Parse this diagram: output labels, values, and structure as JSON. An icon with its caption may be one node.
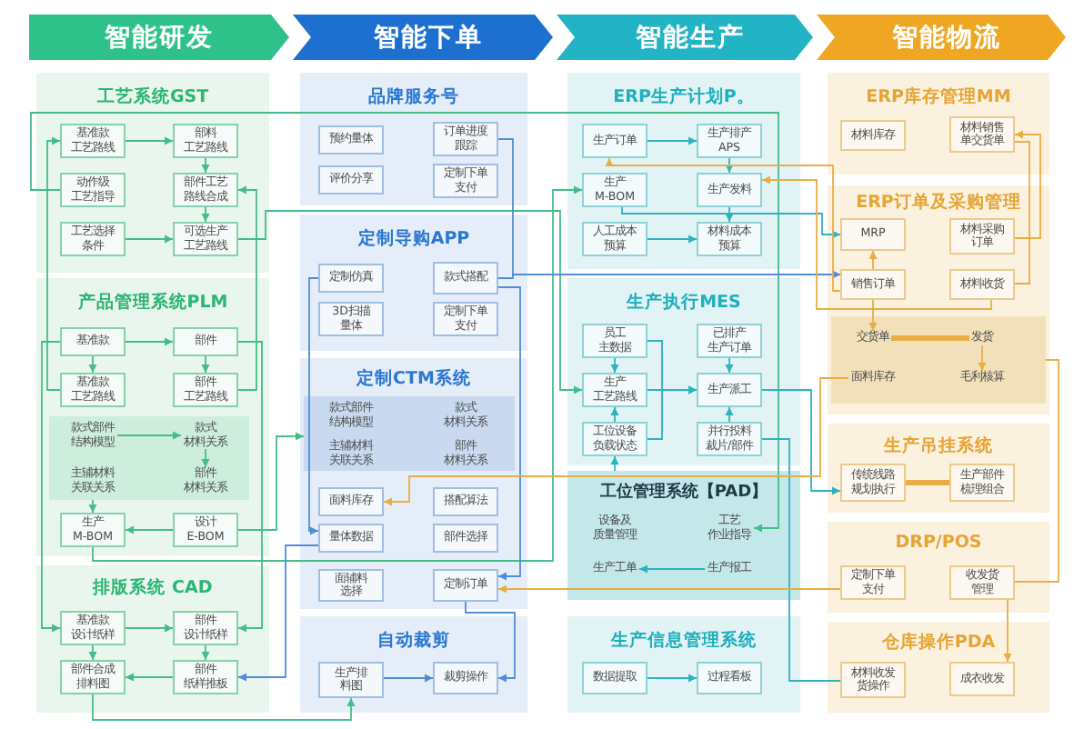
{
  "diagram": {
    "nodes": [
      {
        "text": [
          "智能研发"
        ]
      },
      {
        "text": [
          "智能下单"
        ]
      },
      {
        "text": [
          "智能生产"
        ]
      },
      {
        "text": [
          "智能物流"
        ]
      },
      {
        "text": [
          "工艺系统GST"
        ]
      },
      {
        "text": [
          "基准款工艺路线"
        ],
        "in": 4
      },
      {
        "text": [
          "部料工艺路线"
        ],
        "in": 4
      },
      {
        "text": [
          "动作级工艺指导"
        ],
        "in": 4
      },
      {
        "text": [
          "部件工艺路线合成"
        ],
        "in": 4
      },
      {
        "text": [
          "工艺选择条件"
        ],
        "in": 4
      },
      {
        "text": [
          "可选生产工艺路线"
        ],
        "in": 4
      },
      {
        "text": [
          "产品管理系统PLM"
        ]
      },
      {
        "text": [
          "基准款"
        ],
        "in": 11
      },
      {
        "text": [
          "部件"
        ],
        "in": 11
      },
      {
        "text": [
          "基准款工艺路线"
        ],
        "in": 11
      },
      {
        "text": [
          "部件工艺路线"
        ],
        "in": 11
      },
      {
        "text": [],
        "shape": "box",
        "in": 11
      },
      {
        "text": [
          "款式部件结构模型"
        ],
        "in": 16
      },
      {
        "text": [
          "款式材料关系"
        ],
        "in": 16
      },
      {
        "text": [
          "主辅材料关联关系"
        ],
        "in": 16
      },
      {
        "text": [
          "部件材料关系"
        ],
        "in": 16
      },
      {
        "text": [
          "生产M-BOM"
        ],
        "in": 11
      },
      {
        "text": [
          "设计E-BOM"
        ],
        "in": 11
      },
      {
        "text": [
          "排版系统 CAD"
        ]
      },
      {
        "text": [
          "基准款设计纸样"
        ],
        "in": 23
      },
      {
        "text": [
          "部件设计纸样"
        ],
        "in": 23
      },
      {
        "text": [
          "部件合成排料图"
        ],
        "in": 23
      },
      {
        "text": [
          "部件纸样推板"
        ],
        "in": 23
      },
      {
        "text": [
          "品牌服务号"
        ]
      },
      {
        "text": [
          "预约量体"
        ],
        "in": 28
      },
      {
        "text": [
          "订单进度跟踪"
        ],
        "in": 28
      },
      {
        "text": [
          "评价分享"
        ],
        "in": 28
      },
      {
        "text": [
          "定制下单支付"
        ],
        "in": 28
      },
      {
        "text": [
          "定制导购APP"
        ]
      },
      {
        "text": [
          "定制仿真"
        ],
        "in": 33
      },
      {
        "text": [
          "款式搭配"
        ],
        "in": 33
      },
      {
        "text": [
          "3D扫描量体"
        ],
        "in": 33
      },
      {
        "text": [
          "定制下单支付"
        ],
        "in": 33
      },
      {
        "text": [
          "定制CTM系统"
        ]
      },
      {
        "text": [],
        "shape": "box",
        "in": 38
      },
      {
        "text": [
          "款式部件结构模型"
        ],
        "in": 39
      },
      {
        "text": [
          "款式材料关系"
        ],
        "in": 39
      },
      {
        "text": [
          "主辅材料关联关系"
        ],
        "in": 39
      },
      {
        "text": [
          "部件材料关系"
        ],
        "in": 39
      },
      {
        "text": [
          "面料库存"
        ],
        "in": 38
      },
      {
        "text": [
          "搭配算法"
        ],
        "in": 38
      },
      {
        "text": [
          "量体数据"
        ],
        "in": 38
      },
      {
        "text": [
          "部件选择"
        ],
        "in": 38
      },
      {
        "text": [
          "面辅料选择"
        ],
        "in": 38
      },
      {
        "text": [
          "定制订单"
        ],
        "in": 38
      },
      {
        "text": [
          "自动裁剪"
        ]
      },
      {
        "text": [
          "生产排料图"
        ],
        "in": 50
      },
      {
        "text": [
          "裁剪操作"
        ],
        "in": 50
      },
      {
        "text": [
          "ERP生产计划P。"
        ]
      },
      {
        "text": [
          "生产订单"
        ],
        "in": 53
      },
      {
        "text": [
          "生产排产APS"
        ],
        "in": 53
      },
      {
        "text": [
          "生产M-BOM"
        ],
        "in": 53
      },
      {
        "text": [
          "生产发料"
        ],
        "in": 53
      },
      {
        "text": [
          "人工成本预算"
        ],
        "in": 53
      },
      {
        "text": [
          "材料成本预算"
        ],
        "in": 53
      },
      {
        "text": [
          "生产执行MES"
        ]
      },
      {
        "text": [
          "员工主数据"
        ],
        "in": 60
      },
      {
        "text": [
          "已排产生产订单"
        ],
        "in": 60
      },
      {
        "text": [
          "生产工艺路线"
        ],
        "in": 60
      },
      {
        "text": [
          "生产派工"
        ],
        "in": 60
      },
      {
        "text": [
          "工位设备负载状态"
        ],
        "in": 60
      },
      {
        "text": [
          "并行投料裁片/部件"
        ],
        "in": 60
      },
      {
        "text": [
          "工位管理系统【PAD】"
        ]
      },
      {
        "text": [
          "设备及质量管理"
        ],
        "in": 67
      },
      {
        "text": [
          "工艺作业指导"
        ],
        "in": 67
      },
      {
        "text": [
          "生产工单"
        ],
        "in": 67
      },
      {
        "text": [
          "生产报工"
        ],
        "in": 67
      },
      {
        "text": [
          "生产信息管理系统"
        ]
      },
      {
        "text": [
          "数据提取"
        ],
        "in": 72
      },
      {
        "text": [
          "过程看板"
        ],
        "in": 72
      },
      {
        "text": [
          "ERP库存管理MM"
        ]
      },
      {
        "text": [
          "材料库存"
        ],
        "in": 75
      },
      {
        "text": [
          "材料销售单交货单"
        ],
        "in": 75
      },
      {
        "text": [
          "ERP订单及采购管理"
        ]
      },
      {
        "text": [
          "MRP"
        ],
        "in": 78
      },
      {
        "text": [
          "材料采购订单"
        ],
        "in": 78
      },
      {
        "text": [
          "销售订单"
        ],
        "in": 78
      },
      {
        "text": [
          "材料收货"
        ],
        "in": 78
      },
      {
        "text": [],
        "shape": "box",
        "in": 78
      },
      {
        "text": [
          "交货单"
        ],
        "in": 83
      },
      {
        "text": [
          "发货"
        ],
        "in": 83
      },
      {
        "text": [
          "面料库存"
        ],
        "in": 83
      },
      {
        "text": [
          "毛利核算"
        ],
        "in": 83
      },
      {
        "text": [
          "生产吊挂系统"
        ]
      },
      {
        "text": [
          "传统线路规划执行"
        ],
        "in": 88
      },
      {
        "text": [
          "生产部件梳理组合"
        ],
        "in": 88
      },
      {
        "text": [
          "DRP/POS"
        ]
      },
      {
        "text": [
          "定制下单支付"
        ],
        "in": 91
      },
      {
        "text": [
          "收发货管理"
        ],
        "in": 91
      },
      {
        "text": [
          "仓库操作PDA"
        ]
      },
      {
        "text": [
          "材料收发货操作"
        ],
        "in": 94
      },
      {
        "text": [
          "成衣收发"
        ],
        "in": 94
      }
    ],
    "edges": [
      {
        "from": 5,
        "to": 6,
        "arrow": "to"
      },
      {
        "from": 6,
        "to": 8,
        "arrow": "to"
      },
      {
        "from": 8,
        "to": 10,
        "arrow": "to"
      },
      {
        "from": 9,
        "to": 10,
        "arrow": "to"
      },
      {
        "from": 12,
        "to": 13,
        "arrow": "to"
      },
      {
        "from": 12,
        "to": 14,
        "arrow": "to"
      },
      {
        "from": 13,
        "to": 15,
        "arrow": "to"
      },
      {
        "from": 17,
        "to": 18,
        "arrow": "to"
      },
      {
        "from": 18,
        "to": 20,
        "arrow": "to"
      },
      {
        "from": 16,
        "to": 21,
        "arrow": "to"
      },
      {
        "from": 22,
        "to": 21,
        "arrow": "to"
      },
      {
        "from": 24,
        "to": 25,
        "arrow": "to"
      },
      {
        "from": 24,
        "to": 26,
        "arrow": "to"
      },
      {
        "from": 25,
        "to": 27,
        "arrow": "to"
      },
      {
        "from": 27,
        "to": 26,
        "arrow": "to"
      },
      {
        "from": 14,
        "to": 5,
        "arrow": "to"
      },
      {
        "from": 15,
        "to": 8,
        "arrow": "to"
      },
      {
        "from": 12,
        "to": 24,
        "arrow": "to"
      },
      {
        "from": 13,
        "to": 25,
        "arrow": "to"
      },
      {
        "from": 22,
        "to": 39,
        "arrow": "to"
      },
      {
        "from": 26,
        "to": 51,
        "arrow": "to"
      },
      {
        "from": 21,
        "to": 56,
        "arrow": "to"
      },
      {
        "from": 10,
        "to": 63,
        "arrow": "to"
      },
      {
        "from": 7,
        "to": 69,
        "arrow": "to"
      },
      {
        "from": 51,
        "to": 52,
        "arrow": "to",
        "color": "#4f8dd6"
      },
      {
        "from": 30,
        "to": 81,
        "arrow": "to",
        "color": "#4f8dd6"
      },
      {
        "from": 35,
        "to": 81,
        "arrow": "to",
        "color": "#4f8dd6"
      },
      {
        "from": 35,
        "to": 49,
        "arrow": "to",
        "color": "#4f8dd6"
      },
      {
        "from": 49,
        "to": 52,
        "arrow": "to",
        "color": "#4f8dd6"
      },
      {
        "from": 46,
        "to": 27,
        "arrow": "to",
        "color": "#4f8dd6"
      },
      {
        "from": 54,
        "to": 55,
        "arrow": "to",
        "color": "#2db3be"
      },
      {
        "from": 55,
        "to": 57,
        "arrow": "to",
        "color": "#2db3be"
      },
      {
        "from": 58,
        "to": 59,
        "arrow": "to",
        "color": "#2db3be"
      },
      {
        "from": 57,
        "to": 59,
        "arrow": "to",
        "color": "#2db3be"
      },
      {
        "from": 61,
        "to": 63,
        "arrow": "to",
        "color": "#2db3be"
      },
      {
        "from": 65,
        "to": 63,
        "arrow": "to",
        "color": "#2db3be"
      },
      {
        "from": 63,
        "to": 64,
        "arrow": "to",
        "color": "#2db3be"
      },
      {
        "from": 62,
        "to": 64,
        "arrow": "to",
        "color": "#2db3be"
      },
      {
        "from": 66,
        "to": 64,
        "arrow": "to",
        "color": "#2db3be"
      },
      {
        "from": 67,
        "to": 65,
        "arrow": "to",
        "color": "#2db3be"
      },
      {
        "from": 71,
        "to": 70,
        "arrow": "to",
        "color": "#2db3be"
      },
      {
        "from": 73,
        "to": 74,
        "arrow": "to",
        "color": "#2db3be"
      },
      {
        "from": 56,
        "to": 79,
        "arrow": "to",
        "color": "#2db3be"
      },
      {
        "from": 64,
        "to": 89,
        "arrow": "to",
        "color": "#2db3be"
      },
      {
        "from": 66,
        "to": 95,
        "arrow": "none",
        "color": "#2db3be"
      },
      {
        "from": 81,
        "to": 79,
        "arrow": "to",
        "color": "#e9ad45"
      },
      {
        "from": 80,
        "to": 77,
        "arrow": "to",
        "color": "#e9ad45"
      },
      {
        "from": 81,
        "to": 84,
        "arrow": "to",
        "color": "#e9ad45"
      },
      {
        "from": 84,
        "to": 85,
        "arrow": "none",
        "style": "thick",
        "color": "#e9ad45"
      },
      {
        "from": 85,
        "to": 87,
        "arrow": "to",
        "color": "#e9ad45"
      },
      {
        "from": 89,
        "to": 90,
        "arrow": "none",
        "style": "thick",
        "color": "#e9ad45"
      },
      {
        "from": 81,
        "to": 54,
        "arrow": "to",
        "color": "#e9ad45"
      },
      {
        "from": 82,
        "to": 57,
        "arrow": "to",
        "color": "#e9ad45"
      },
      {
        "from": 86,
        "to": 44,
        "arrow": "to",
        "color": "#e9ad45"
      },
      {
        "from": 92,
        "to": 49,
        "arrow": "to",
        "color": "#e9ad45"
      },
      {
        "from": 93,
        "to": 96,
        "arrow": "to",
        "color": "#e9ad45"
      },
      {
        "from": 61,
        "to": 64,
        "arrow": "to",
        "color": "#2db3be"
      },
      {
        "from": 65,
        "to": 64,
        "arrow": "to",
        "color": "#2db3be"
      },
      {
        "from": 34,
        "to": 46,
        "arrow": "to",
        "color": "#4f8dd6"
      },
      {
        "from": 77,
        "to": 82,
        "arrow": "none",
        "color": "#e9ad45"
      },
      {
        "from": 83,
        "to": 93,
        "arrow": "none",
        "color": "#e9ad45"
      }
    ]
  }
}
